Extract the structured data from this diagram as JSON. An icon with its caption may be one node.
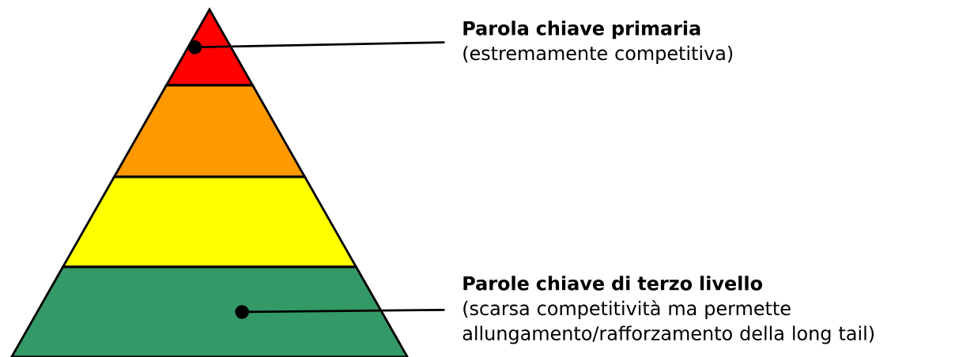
{
  "diagram": {
    "nodes": [
      {
        "text": [],
        "shape": "triangle"
      },
      {
        "text": [],
        "shape": "band"
      },
      {
        "text": [],
        "shape": "band"
      },
      {
        "text": [],
        "shape": "band"
      },
      {
        "text": [
          "Parola chiave primaria",
          "(estremamente competitiva)"
        ]
      },
      {
        "text": [
          "Parole chiave di terzo livello",
          "(scarsa competitività ma permette allungamento/rafforzamento della long tail)"
        ]
      }
    ],
    "edges": [
      {
        "from": 4,
        "to": 0,
        "arrow": "other"
      },
      {
        "from": 5,
        "to": 3,
        "arrow": "other"
      }
    ]
  }
}
